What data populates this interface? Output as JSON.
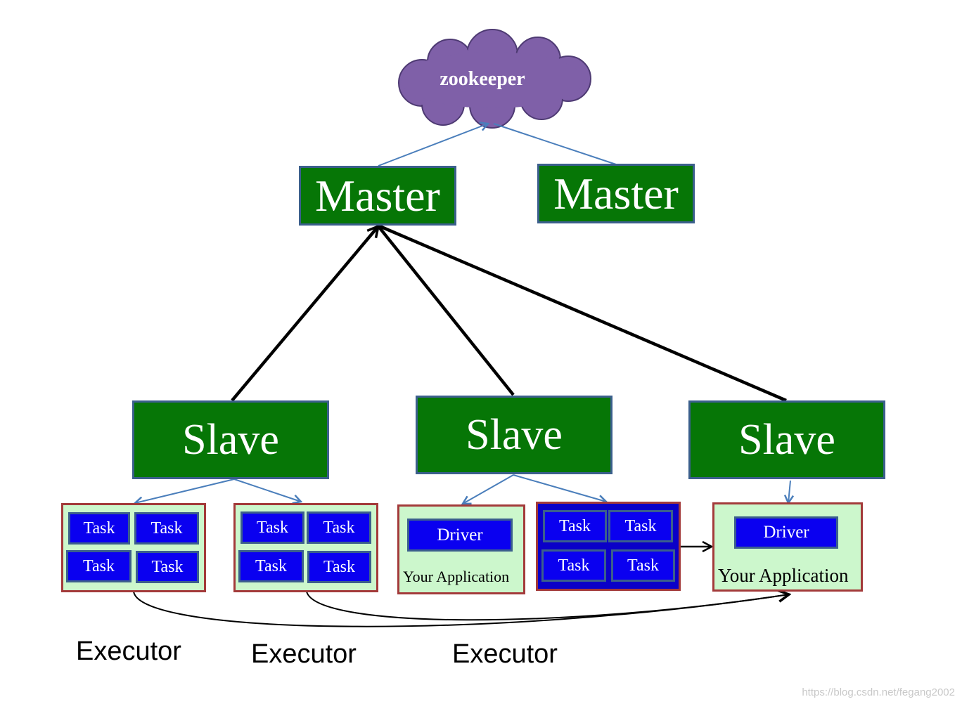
{
  "zookeeper": {
    "label": "zookeeper"
  },
  "masters": [
    {
      "label": "Master"
    },
    {
      "label": "Master"
    }
  ],
  "slaves": [
    {
      "label": "Slave"
    },
    {
      "label": "Slave"
    },
    {
      "label": "Slave"
    }
  ],
  "executor1": {
    "tasks": [
      "Task",
      "Task",
      "Task",
      "Task"
    ]
  },
  "executor2": {
    "tasks": [
      "Task",
      "Task",
      "Task",
      "Task"
    ]
  },
  "app1": {
    "driver": "Driver",
    "label": "Your Application"
  },
  "executor3": {
    "tasks": [
      "Task",
      "Task",
      "Task",
      "Task"
    ]
  },
  "app2": {
    "driver": "Driver",
    "label": "Your Application"
  },
  "executor_labels": [
    "Executor",
    "Executor",
    "Executor"
  ],
  "watermark": "https://blog.csdn.net/fegang2002",
  "colors": {
    "cloud": "#7f60a8",
    "node_green": "#067606",
    "task_blue": "#0a00f0",
    "container_light": "#ccf7cc",
    "container_dark": "#0a00c8",
    "border_red": "#a33a3a",
    "border_steel": "#3b5f8c"
  }
}
